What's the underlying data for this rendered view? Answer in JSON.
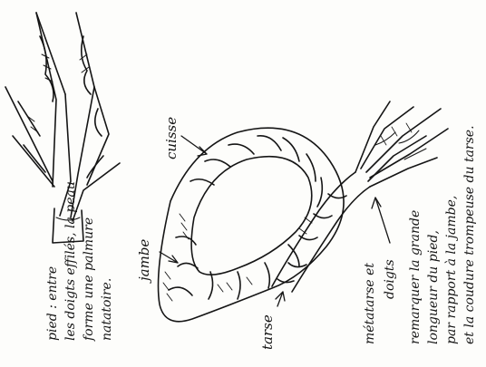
{
  "labels": {
    "cuisse": "cuisse",
    "jambe": "jambe",
    "tarse": "tarse",
    "metatarse_line1": "métatarse et",
    "metatarse_line2": "doigts",
    "foot_line1": "pied : entre",
    "foot_line2": "les doigts effilés, la peau",
    "foot_line3": "forme une palmure",
    "foot_line4": "natatoire.",
    "note_line1": "remarquer la grande",
    "note_line2": "longueur du pied,",
    "note_line3": "par rapport à la jambe,",
    "note_line4": "et la coudure trompeuse du tarse."
  },
  "colors": {
    "ink": "#151515",
    "paper": "#fdfdfb"
  }
}
